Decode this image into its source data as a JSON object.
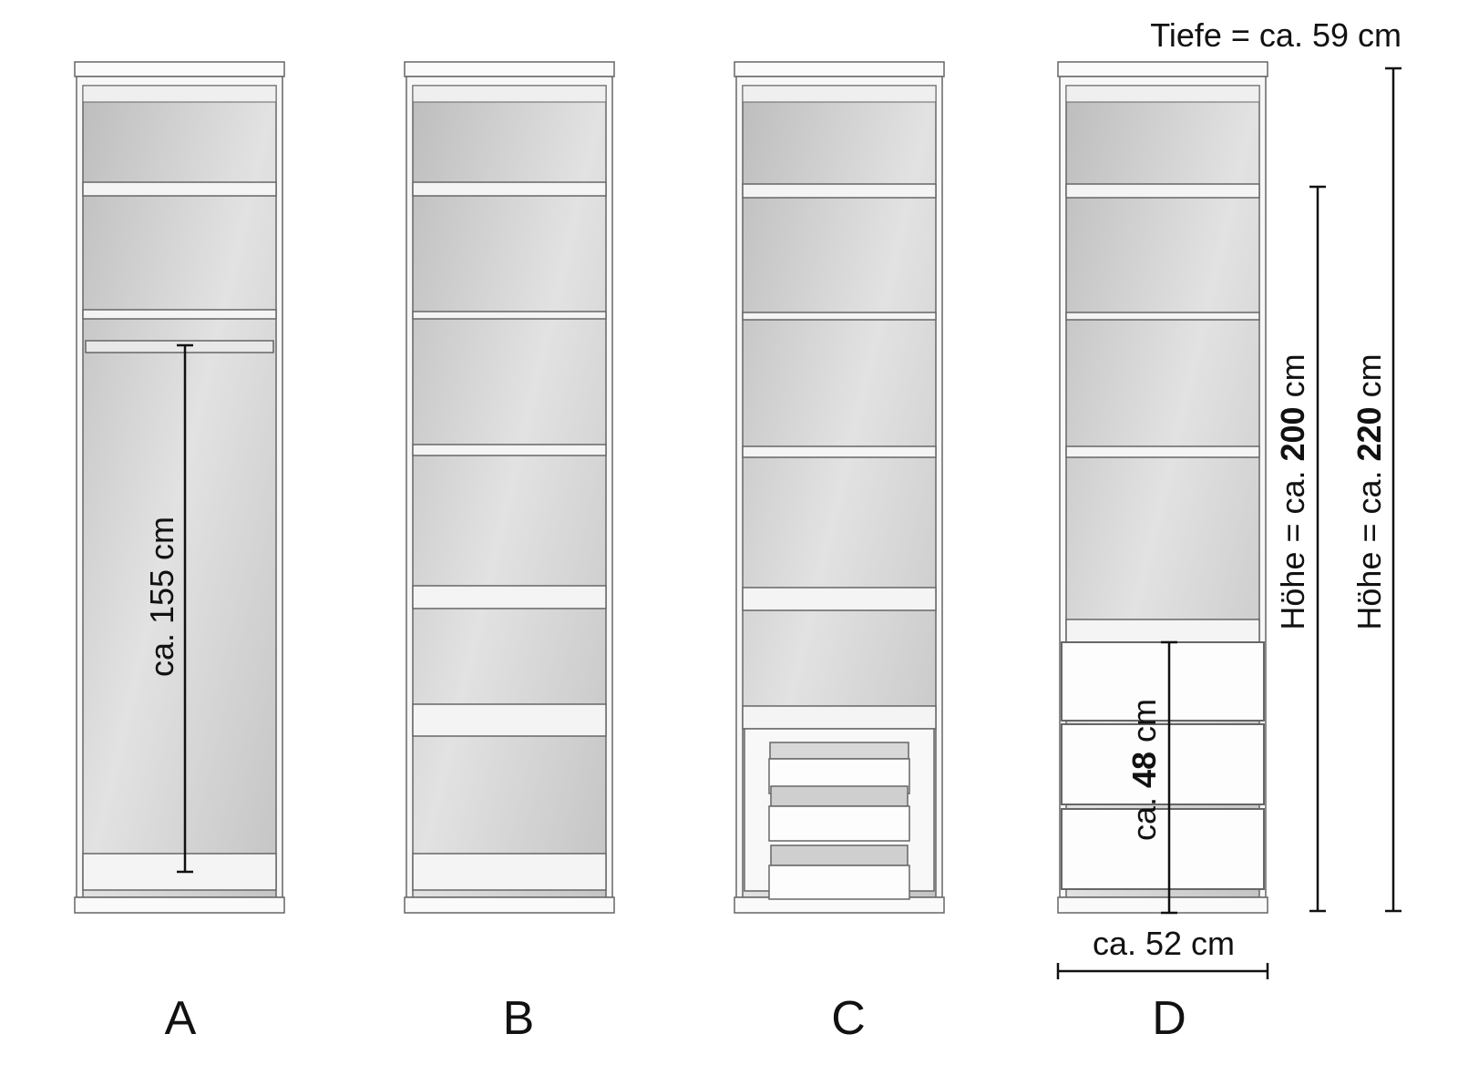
{
  "cabinets": [
    {
      "label": "A",
      "type": "shelves-with-hanging-rail"
    },
    {
      "label": "B",
      "type": "shelves"
    },
    {
      "label": "C",
      "type": "shelves-with-inner-drawers"
    },
    {
      "label": "D",
      "type": "shelves-with-drawers"
    }
  ],
  "dimensions": {
    "depth": "Tiefe = ca. 59 cm",
    "rail_height_pre": "ca. ",
    "rail_height_value": "155 cm",
    "drawer_height_pre": "ca. ",
    "drawer_height_bold": "48",
    "drawer_height_post": " cm",
    "inner_height_pre": "Höhe = ca. ",
    "inner_height_bold": "200",
    "inner_height_post": " cm",
    "total_height_pre": "Höhe = ca. ",
    "total_height_bold": "220",
    "total_height_post": " cm",
    "width": "ca. 52 cm"
  }
}
